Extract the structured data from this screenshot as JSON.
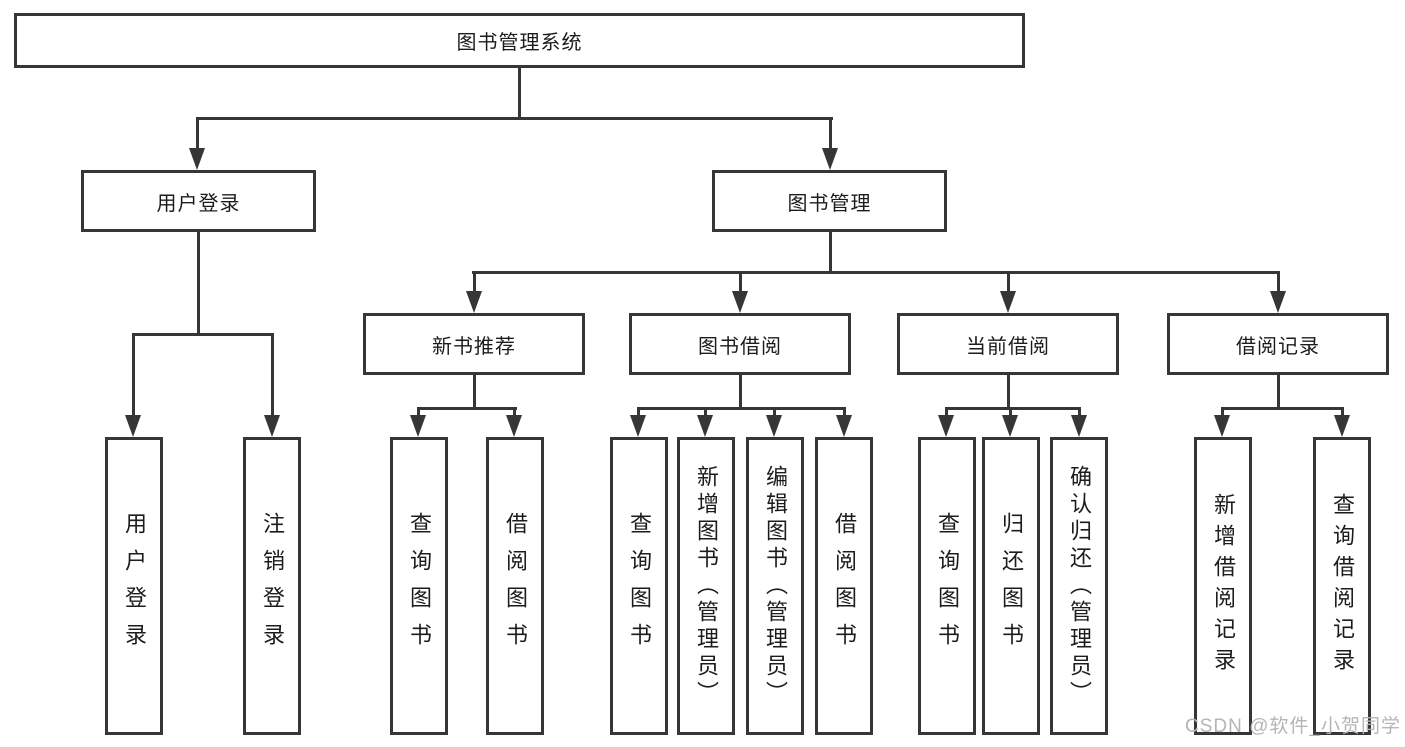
{
  "diagram": {
    "title": "图书管理系统",
    "root": {
      "label": "图书管理系统"
    },
    "branches": [
      {
        "label": "用户登录",
        "children": [
          {
            "label": "用户登录"
          },
          {
            "label": "注销登录"
          }
        ]
      },
      {
        "label": "图书管理",
        "children": [
          {
            "label": "新书推荐",
            "children": [
              {
                "label": "查询图书"
              },
              {
                "label": "借阅图书"
              }
            ]
          },
          {
            "label": "图书借阅",
            "children": [
              {
                "label": "查询图书"
              },
              {
                "label": "新增图书（管理员）"
              },
              {
                "label": "编辑图书（管理员）"
              },
              {
                "label": "借阅图书"
              }
            ]
          },
          {
            "label": "当前借阅",
            "children": [
              {
                "label": "查询图书"
              },
              {
                "label": "归还图书"
              },
              {
                "label": "确认归还（管理员）"
              }
            ]
          },
          {
            "label": "借阅记录",
            "children": [
              {
                "label": "新增借阅记录"
              },
              {
                "label": "查询借阅记录"
              }
            ]
          }
        ]
      }
    ],
    "watermark": "CSDN @软件_小贺同学",
    "colors": {
      "line": "#363636",
      "box_background": "#ffffff",
      "text": "#1c1c1c",
      "watermark": "#b5b5b5"
    }
  }
}
